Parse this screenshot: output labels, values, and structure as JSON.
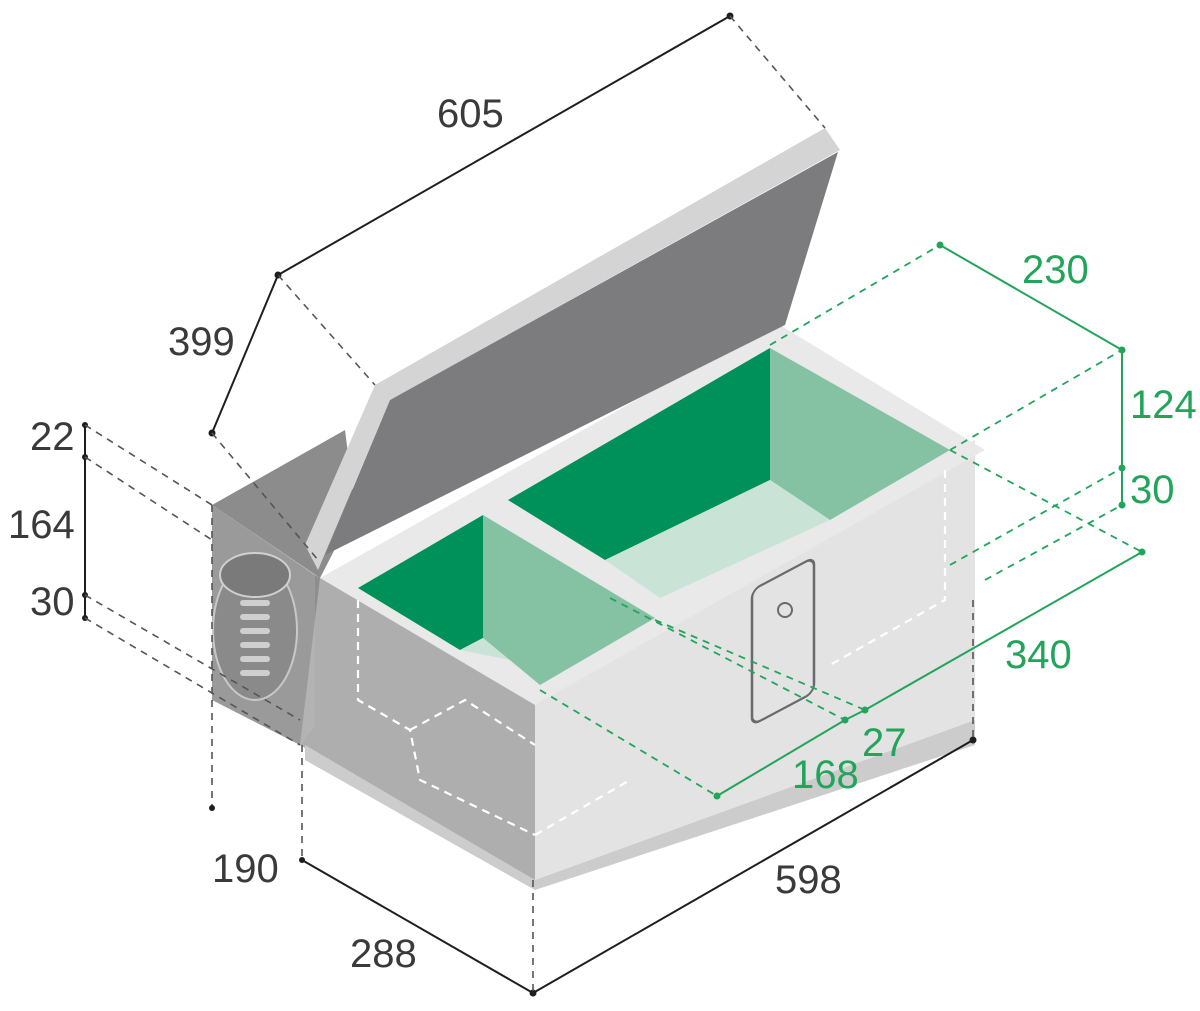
{
  "dimensions": {
    "outer_length": "598",
    "outer_depth": "288",
    "lid_length": "605",
    "lid_depth": "399",
    "rear_width": "190",
    "height_top": "22",
    "height_mid": "164",
    "height_bottom": "30",
    "inner_length": "340",
    "inner_depth": "230",
    "inner_height": "124",
    "inner_base": "30",
    "inner_small_length": "168",
    "inner_divider": "27"
  },
  "colors": {
    "body": "#d9d9d9",
    "body_dark": "#9a9a9a",
    "lid_inner": "#7c7c7e",
    "compartment_dark": "#00915a",
    "compartment_light": "#84c2a3",
    "dimension_green": "#22a55b",
    "dimension_dark": "#1e1e1e"
  }
}
